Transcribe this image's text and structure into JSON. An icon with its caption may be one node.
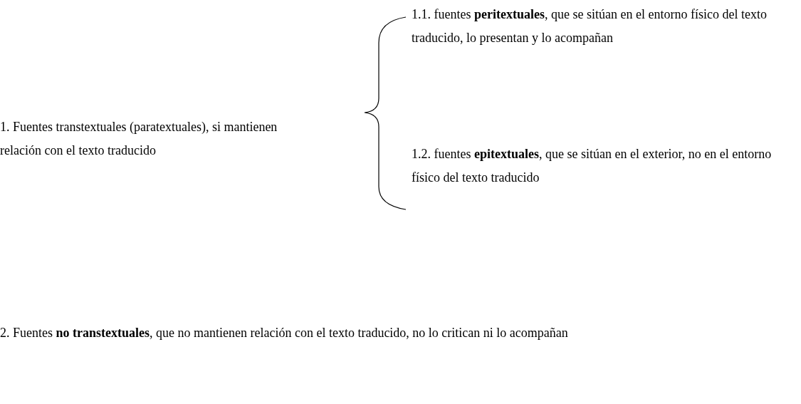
{
  "diagram": {
    "labels": [
      "1. Fuentes transtextuales (paratextuales), si mantienen relación con el texto traducido",
      "1.1. fuentes **peritextuales**, que se sitúan en el entorno físico del texto traducido, lo presentan y lo acompañan",
      "1.2. fuentes **epitextuales**, que se sitúan en el exterior, no en el entorno físico del texto traducido",
      "2. Fuentes **no transtextuales**, que no mantienen relación con el texto traducido, no lo critican ni lo acompañan"
    ]
  }
}
